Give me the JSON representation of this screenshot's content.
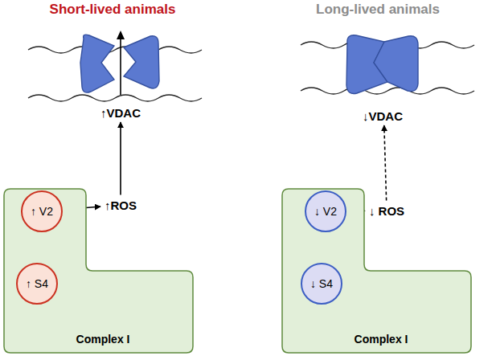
{
  "diagram": {
    "nodes": [
      {
        "text": [
          "Complex I"
        ]
      },
      {
        "text": [
          "↑ S4"
        ],
        "in": 0
      },
      {
        "text": [
          "↑ V2"
        ],
        "in": 0
      },
      {
        "text": [
          "↑ROS"
        ]
      },
      {
        "text": [
          "↑VDAC"
        ]
      },
      {
        "text": [
          "Complex I"
        ]
      },
      {
        "text": [
          "↓ S4"
        ],
        "in": 5
      },
      {
        "text": [
          "↓ V2"
        ],
        "in": 5
      },
      {
        "text": [
          "↓ ROS"
        ]
      },
      {
        "text": [
          "↓VDAC"
        ]
      }
    ],
    "edges": [
      {
        "from": 1,
        "to": 2,
        "arrow": "to"
      },
      {
        "from": 2,
        "to": 3,
        "arrow": "to"
      },
      {
        "from": 3,
        "to": 4,
        "arrow": "to"
      },
      {
        "from": 6,
        "to": 7,
        "arrow": "to"
      },
      {
        "from": 7,
        "to": 8,
        "arrow": "to"
      },
      {
        "from": 8,
        "to": 9,
        "arrow": "to"
      }
    ],
    "labels": [
      "Short-lived animals",
      "Long-lived animals"
    ]
  }
}
